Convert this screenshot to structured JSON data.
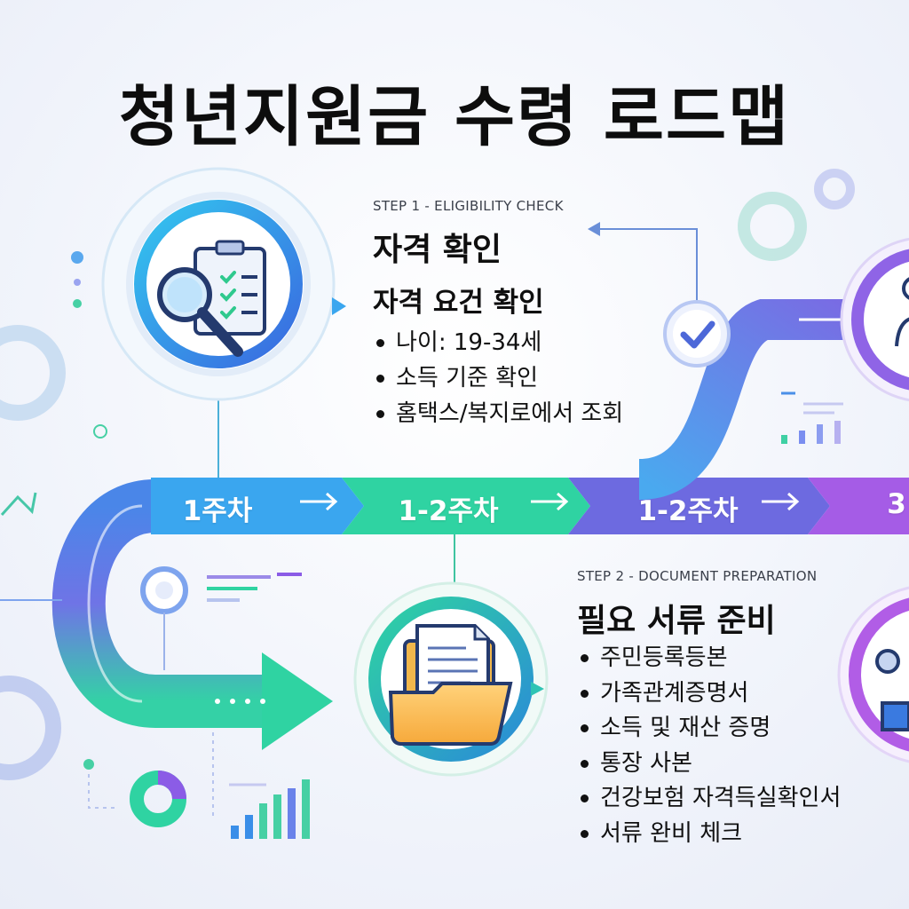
{
  "title": "청년지원금 수령 로드맵",
  "timeline": {
    "weeks": [
      {
        "label": "1주차",
        "color": "#3aa6ef"
      },
      {
        "label": "1-2주차",
        "color": "#2fd3a2"
      },
      {
        "label": "1-2주차",
        "color": "#6d6ae0"
      },
      {
        "label": "3",
        "color": "#a55ce6"
      }
    ]
  },
  "step1": {
    "label": "STEP 1 - ELIGIBILITY CHECK",
    "title": "자격 확인",
    "subtitle": "자격 요건 확인",
    "bullets": [
      "나이: 19-34세",
      "소득 기준 확인",
      "홈택스/복지로에서 조회"
    ],
    "icon": "clipboard-magnifier-icon"
  },
  "step2": {
    "label": "STEP 2 - DOCUMENT PREPARATION",
    "title": "필요 서류 준비",
    "bullets": [
      "주민등록등본",
      "가족관계증명서",
      "소득 및 재산 증명",
      "통장 사본",
      "건강보험 자격득실확인서",
      "서류 완비 체크"
    ],
    "icon": "folder-document-icon"
  },
  "colors": {
    "blue": "#3a8ee8",
    "teal": "#2fd3a2",
    "purple": "#8b5ce6",
    "title": "#0d0d0d"
  }
}
